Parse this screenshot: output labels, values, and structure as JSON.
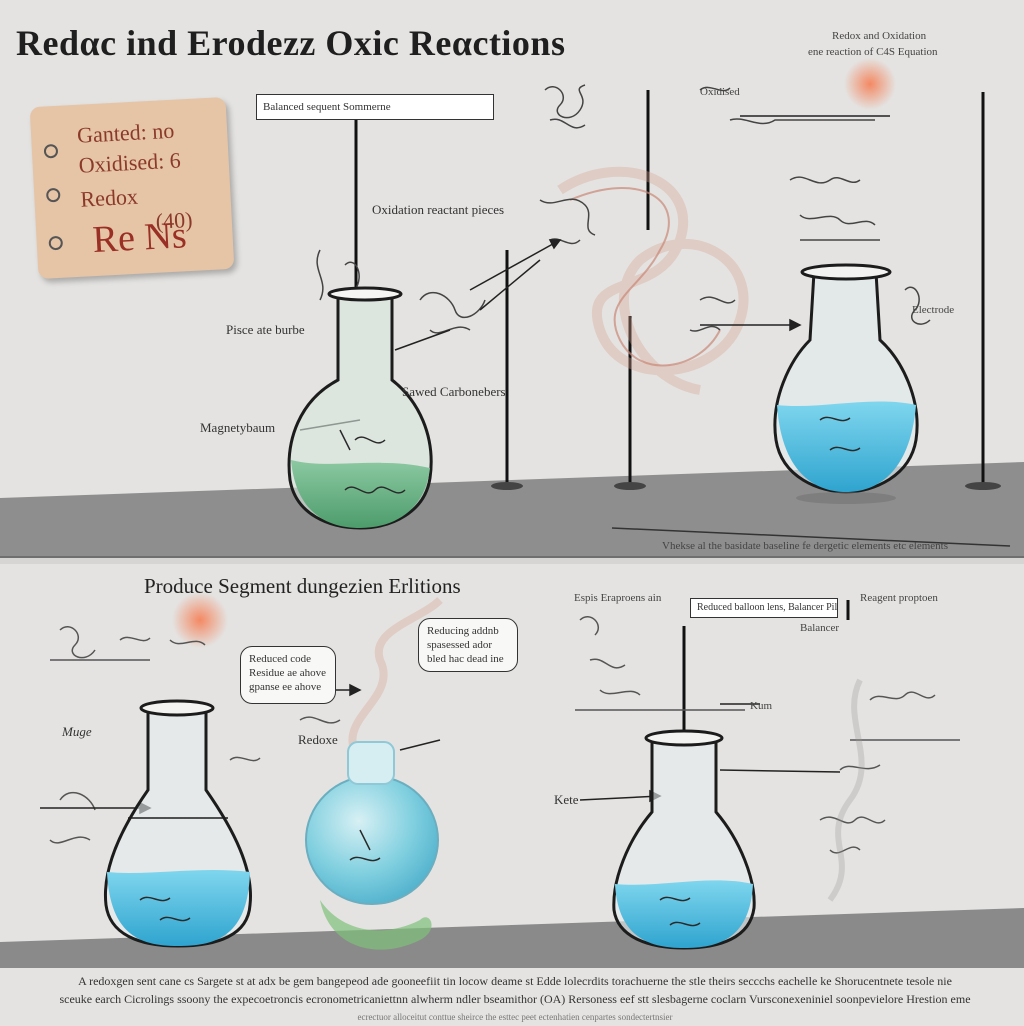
{
  "title": "Redαc ind Erodezz Oxic Reαctions",
  "top_right_note": [
    "Redox and Oxidation",
    "ene reaction of C4S Equation"
  ],
  "card": {
    "lines": [
      "Ganted: no",
      "Oxidised: 6",
      "Redox",
      "(40)"
    ],
    "big": "Re Ns"
  },
  "section1": {
    "header_box": "Balanced sequent Sommerne",
    "label_center": "Oxidation reactant pieces",
    "label_right_top": "Oxidised",
    "label_right_mid": "Electrode",
    "label_left_1": "Pisce ate burbe",
    "label_left_2": "Magnetybaum",
    "label_center_2": "Sawed Carbonebers",
    "baseline_note": "Vhekse al the basidate baseline fe dergetic elements etc elements"
  },
  "section2": {
    "subtitle": "Produce Segment dungezien Erlitions",
    "bubble_1": [
      "Reduced code",
      "Residue ae ahove",
      "gpanse ee ahove"
    ],
    "bubble_2": [
      "Reducing addnb",
      "spasessed ador",
      "bled hac dead ine"
    ],
    "label_left": "Muge",
    "label_mid": "Redoxe",
    "label_right_left": "Kete",
    "right_caption": "Espis Eraproens ain",
    "right_box": "Reduced balloon lens, Balancer Pil",
    "right_box_sub": "Balancer",
    "right_label": "Reagent proptoen",
    "right_label_2": "Kum"
  },
  "footer": {
    "line1": "A redoxgen sent cane cs Sargete st at adx be gem bangepeod ade gooneefiit tin locow deame st Edde lolecrdits torachuerne the stle theirs seccchs eachelle ke Shorucentnete tesole nie",
    "line2": "sceuke earch Cicrolings ssoony the expecoetroncis ecronometricaniettnn alwherm ndler bseamithor (OA) Rersoness eef stt slesbagerne coclarn Vursconexeniniel soonpevielore Hrestion eme",
    "line3": "ecrectuor alloceitut conttue sheirce the esttec peet ectenhatien cenpartes sondectertnsier"
  },
  "colors": {
    "background": "#e4e3e1",
    "green_liquid": "#5fae7e",
    "blue_liquid": "#3fb6d9",
    "flask_outline": "#1c1c1c",
    "table": "#8e8e8e",
    "card": "#e6c4a6",
    "glow": "#f09a7a"
  }
}
